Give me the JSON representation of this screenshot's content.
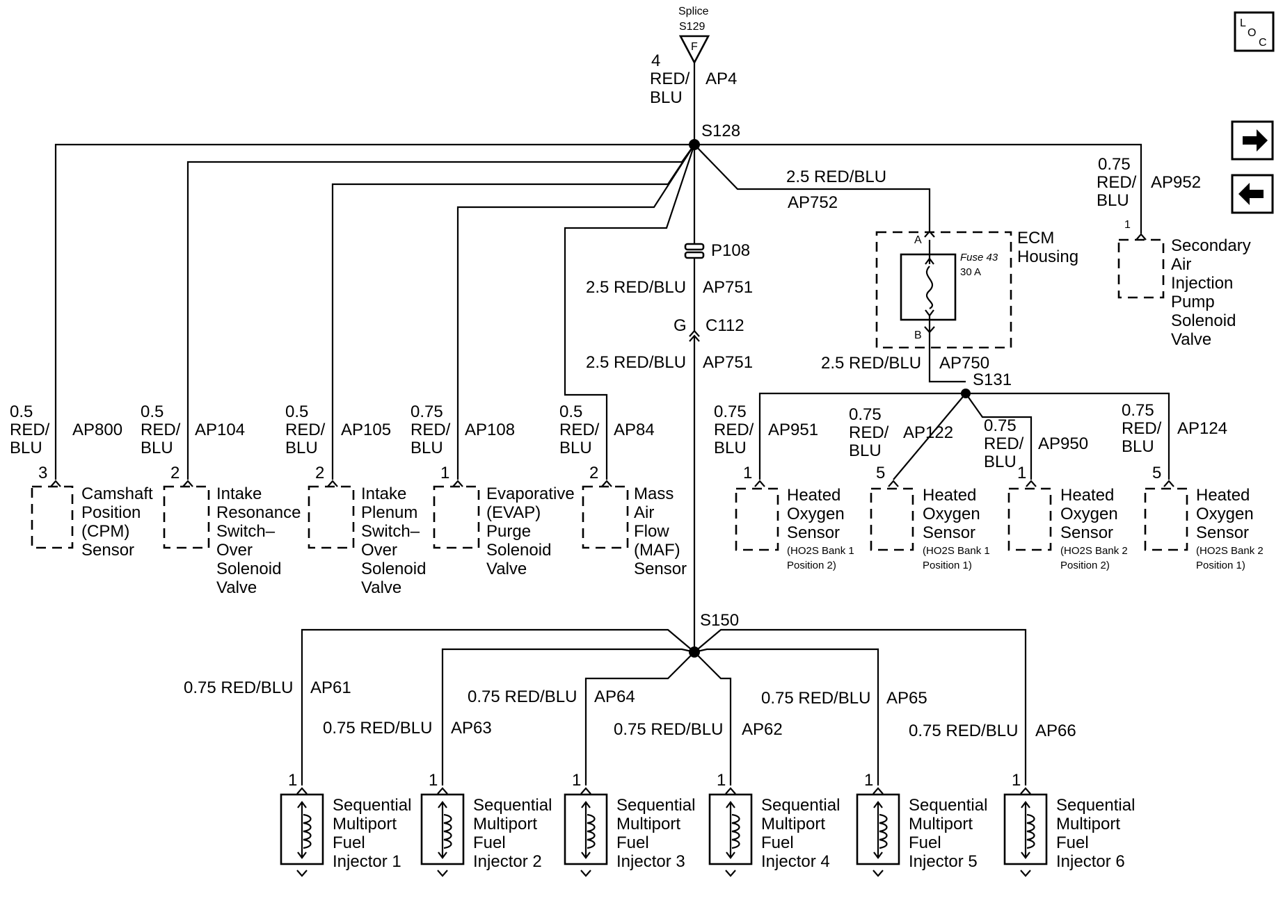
{
  "splices": {
    "s129_title": "Splice",
    "s129": "S129",
    "s129_letter": "F",
    "s128": "S128",
    "s131": "S131",
    "s150": "S150"
  },
  "top_wire": {
    "gauge": "4",
    "color_line1": "RED/",
    "color_line2": "BLU",
    "circuit": "AP4"
  },
  "connectors": {
    "p108": "P108",
    "c112": "C112",
    "c112_pin": "G"
  },
  "trunk_wires": {
    "upper_label": "2.5 RED/BLU",
    "upper_circuit": "AP751",
    "lower_label": "2.5 RED/BLU",
    "lower_circuit": "AP751"
  },
  "ecm": {
    "feed_label": "2.5 RED/BLU",
    "feed_circuit": "AP752",
    "housing_line1": "ECM",
    "housing_line2": "Housing",
    "fuse_line1": "Fuse 43",
    "fuse_line2": "30 A",
    "pin_a": "A",
    "pin_b": "B",
    "out_label": "2.5 RED/BLU",
    "out_circuit": "AP750"
  },
  "secondary_air": {
    "gauge": "0.75",
    "color1": "RED/",
    "color2": "BLU",
    "circuit": "AP952",
    "pin": "1",
    "name": [
      "Secondary",
      "Air",
      "Injection",
      "Pump",
      "Solenoid",
      "Valve"
    ]
  },
  "left_components": [
    {
      "gauge": "0.5",
      "color1": "RED/",
      "color2": "BLU",
      "circuit": "AP800",
      "pin": "3",
      "name": [
        "Camshaft",
        "Position",
        "(CPM)",
        "Sensor"
      ]
    },
    {
      "gauge": "0.5",
      "color1": "RED/",
      "color2": "BLU",
      "circuit": "AP104",
      "pin": "2",
      "name": [
        "Intake",
        "Resonance",
        "Switch–",
        "Over",
        "Solenoid",
        "Valve"
      ]
    },
    {
      "gauge": "0.5",
      "color1": "RED/",
      "color2": "BLU",
      "circuit": "AP105",
      "pin": "2",
      "name": [
        "Intake",
        "Plenum",
        "Switch–",
        "Over",
        "Solenoid",
        "Valve"
      ]
    },
    {
      "gauge": "0.75",
      "color1": "RED/",
      "color2": "BLU",
      "circuit": "AP108",
      "pin": "1",
      "name": [
        "Evaporative",
        "(EVAP)",
        "Purge",
        "Solenoid",
        "Valve"
      ]
    },
    {
      "gauge": "0.5",
      "color1": "RED/",
      "color2": "BLU",
      "circuit": "AP84",
      "pin": "2",
      "name": [
        "Mass",
        "Air",
        "Flow",
        "(MAF)",
        "Sensor"
      ]
    }
  ],
  "o2_sensors": [
    {
      "gauge": "0.75",
      "color1": "RED/",
      "color2": "BLU",
      "circuit": "AP951",
      "pin": "1",
      "name": [
        "Heated",
        "Oxygen",
        "Sensor"
      ],
      "detail": [
        "(HO2S Bank 1",
        "Position 2)"
      ]
    },
    {
      "gauge": "0.75",
      "color1": "RED/",
      "color2": "BLU",
      "circuit": "AP122",
      "pin": "5",
      "name": [
        "Heated",
        "Oxygen",
        "Sensor"
      ],
      "detail": [
        "(HO2S Bank 1",
        "Position 1)"
      ]
    },
    {
      "gauge": "0.75",
      "color1": "RED/",
      "color2": "BLU",
      "circuit": "AP950",
      "pin": "1",
      "name": [
        "Heated",
        "Oxygen",
        "Sensor"
      ],
      "detail": [
        "(HO2S Bank 2",
        "Position 2)"
      ]
    },
    {
      "gauge": "0.75",
      "color1": "RED/",
      "color2": "BLU",
      "circuit": "AP124",
      "pin": "5",
      "name": [
        "Heated",
        "Oxygen",
        "Sensor"
      ],
      "detail": [
        "(HO2S Bank 2",
        "Position 1)"
      ]
    }
  ],
  "injectors": [
    {
      "wire": "0.75 RED/BLU",
      "circuit": "AP61",
      "pin": "1",
      "name": [
        "Sequential",
        "Multiport",
        "Fuel",
        "Injector 1"
      ]
    },
    {
      "wire": "0.75 RED/BLU",
      "circuit": "AP63",
      "pin": "1",
      "name": [
        "Sequential",
        "Multiport",
        "Fuel",
        "Injector 2"
      ]
    },
    {
      "wire": "0.75 RED/BLU",
      "circuit": "AP64",
      "pin": "1",
      "name": [
        "Sequential",
        "Multiport",
        "Fuel",
        "Injector 3"
      ]
    },
    {
      "wire": "0.75 RED/BLU",
      "circuit": "AP62",
      "pin": "1",
      "name": [
        "Sequential",
        "Multiport",
        "Fuel",
        "Injector 4"
      ]
    },
    {
      "wire": "0.75 RED/BLU",
      "circuit": "AP65",
      "pin": "1",
      "name": [
        "Sequential",
        "Multiport",
        "Fuel",
        "Injector 5"
      ]
    },
    {
      "wire": "0.75 RED/BLU",
      "circuit": "AP66",
      "pin": "1",
      "name": [
        "Sequential",
        "Multiport",
        "Fuel",
        "Injector 6"
      ]
    }
  ],
  "nav": {
    "loc_l": "L",
    "loc_o": "O",
    "loc_c": "C",
    "next_icon": "arrow-right-icon",
    "prev_icon": "arrow-left-icon"
  }
}
